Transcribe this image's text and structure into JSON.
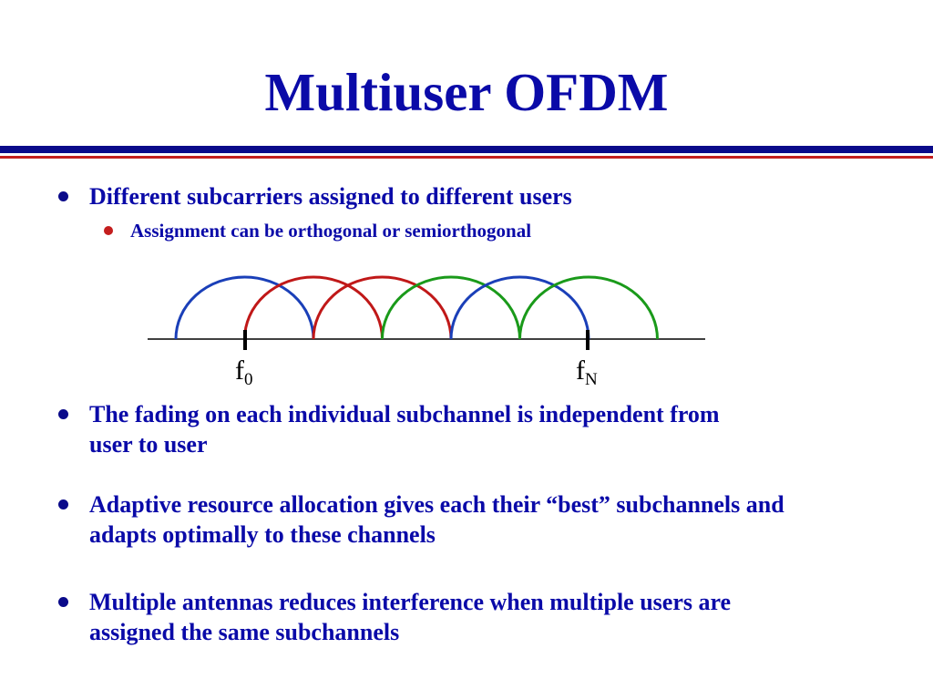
{
  "slide": {
    "title": "Multiuser OFDM",
    "colors": {
      "title": "#0a0aa8",
      "rule_blue": "#0a0a8a",
      "rule_red": "#c41e1e",
      "subbullet": "#c41e1e"
    }
  },
  "bullets": [
    {
      "text": "Different subcarriers assigned to different users"
    },
    {
      "text": "The fading on each individual subchannel is independent from user to user"
    },
    {
      "text": "Adaptive resource allocation gives each their “best” subchannels and adapts optimally to these channels"
    },
    {
      "text": "Multiple antennas reduces interference when multiple users are assigned the same subchannels"
    }
  ],
  "subbullets": [
    {
      "text": "Assignment can be orthogonal or semiorthogonal"
    }
  ],
  "diagram": {
    "subcarrier_colors": [
      "blue",
      "red",
      "red",
      "green",
      "blue",
      "green"
    ],
    "palette": {
      "blue": "#1a3fb8",
      "red": "#c01818",
      "green": "#1a9a1a"
    },
    "labels": [
      {
        "base": "f",
        "sub": "0"
      },
      {
        "base": "f",
        "sub": "N"
      }
    ]
  }
}
